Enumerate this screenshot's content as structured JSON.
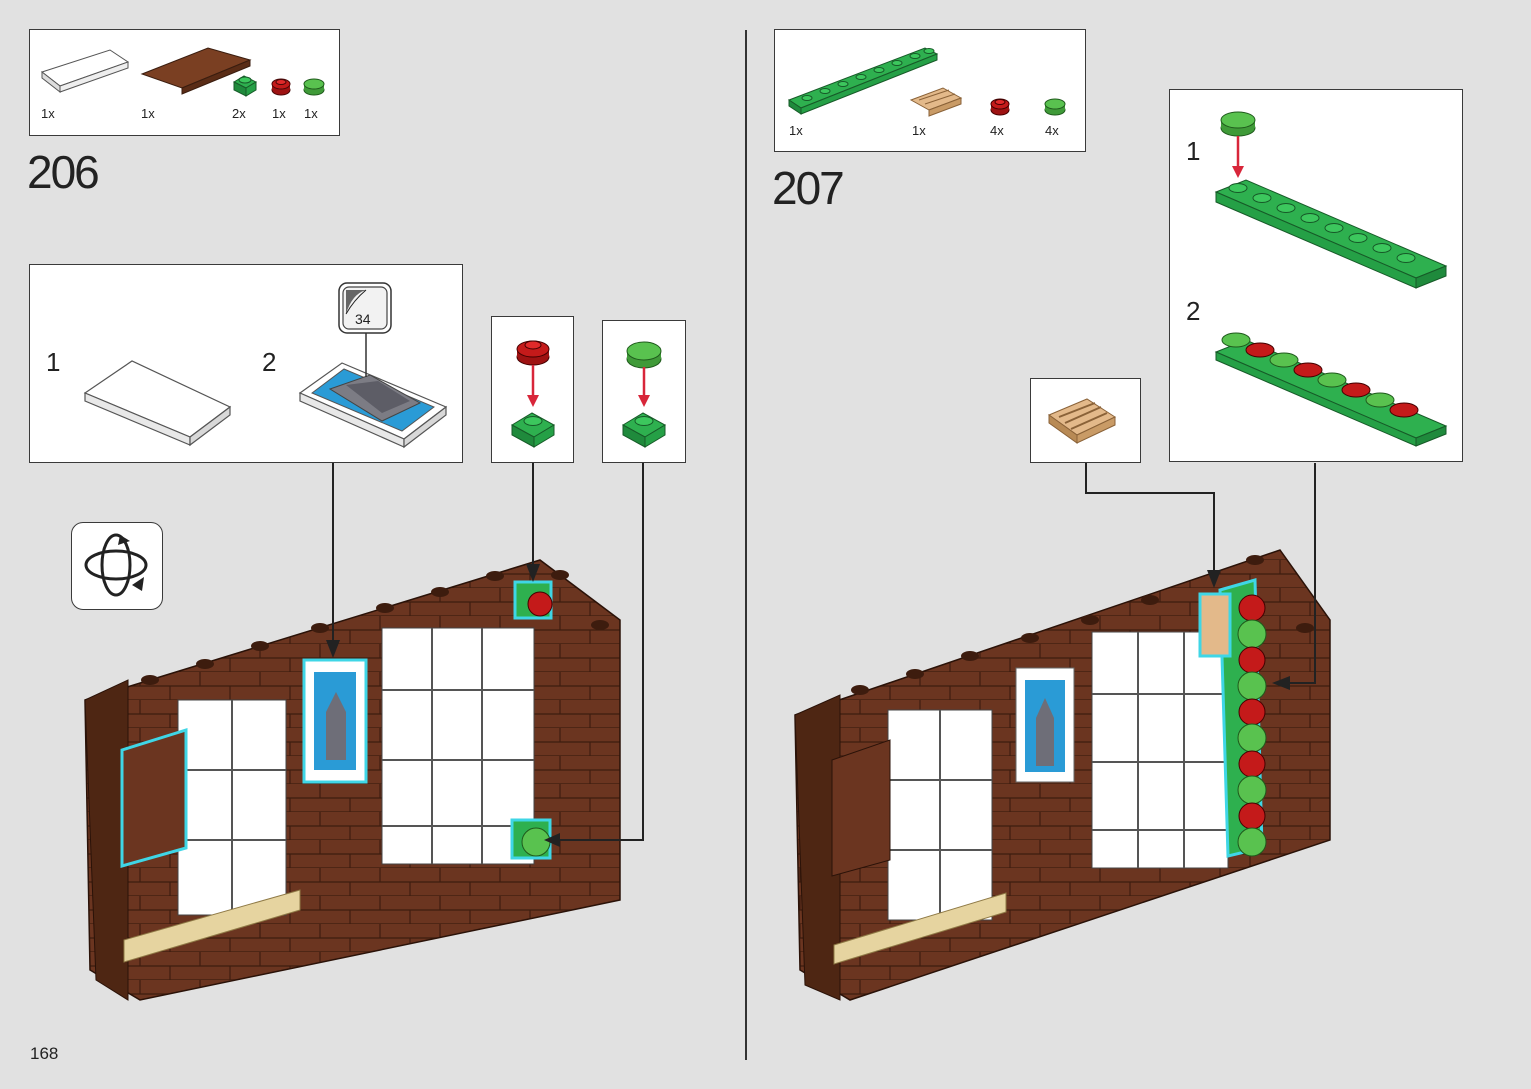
{
  "page_number": "168",
  "step_206": {
    "number": "206",
    "parts": [
      {
        "name": "white-tile-2x4",
        "qty": "1x",
        "color": "#ffffff"
      },
      {
        "name": "brown-tile-2x6",
        "qty": "1x",
        "color": "#7a3f22"
      },
      {
        "name": "green-plate-1x1",
        "qty": "2x",
        "color": "#2eb04f"
      },
      {
        "name": "red-round-plate",
        "qty": "1x",
        "color": "#c41a1a"
      },
      {
        "name": "bright-green-round-plate",
        "qty": "1x",
        "color": "#59c24f"
      }
    ],
    "substeps": [
      "1",
      "2"
    ],
    "sticker_number": "34"
  },
  "step_207": {
    "number": "207",
    "parts": [
      {
        "name": "green-plate-1x8",
        "qty": "1x",
        "color": "#2eb04f"
      },
      {
        "name": "tan-grille-tile",
        "qty": "1x",
        "color": "#e3b98a"
      },
      {
        "name": "red-round-plate",
        "qty": "4x",
        "color": "#c41a1a"
      },
      {
        "name": "bright-green-round-plate",
        "qty": "4x",
        "color": "#59c24f"
      }
    ],
    "substeps": [
      "1",
      "2"
    ]
  },
  "colors": {
    "background": "#e1e1e1",
    "brick_brown": "#6b3520",
    "highlight": "#3fd6e6",
    "arrow_red": "#d8263a",
    "window_white": "#ffffff",
    "tan": "#e6d4a0"
  }
}
